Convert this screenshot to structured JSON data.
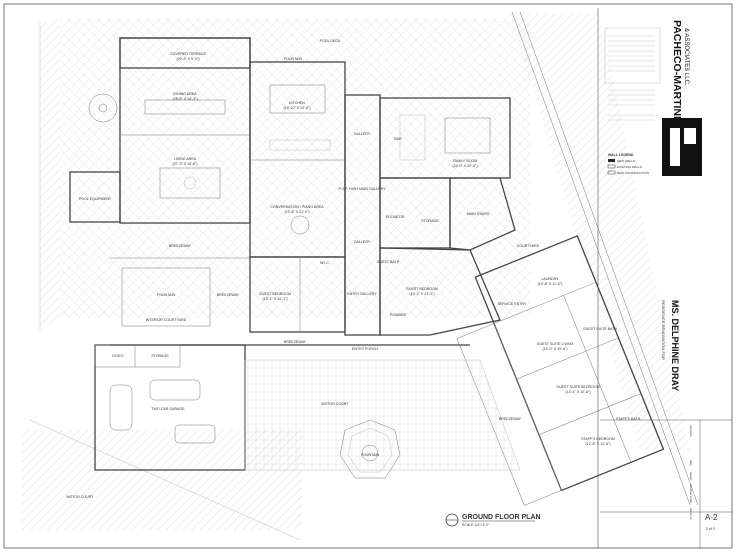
{
  "title_block": {
    "firm_name": "PACHECO-MARTINEZ",
    "firm_sub": "& ASSOCIATES LLC.",
    "project_prefix": "RESIDENCE RENOVATION FOR",
    "project_name": "MS. DELPHINE DRAY",
    "sheet_no": "A-2",
    "sheet_of": "2 of 3"
  },
  "drawing": {
    "title": "GROUND FLOOR PLAN",
    "scale": "SCALE 1/4\"=1'-0\""
  },
  "rooms": {
    "pool_deck": "POOL DECK",
    "covered_terrace": "COVERED TERRACE",
    "covered_terrace_dim": "(29'-6\" X 9'-0\")",
    "fountain_top": "FOUNTAIN",
    "dining": "DINING AREA",
    "dining_dim": "(28'-6\" X 14'-3\")",
    "kitchen": "KITCHEN",
    "kitchen_dim": "(19'-10\" X 20'-0\")",
    "living": "LIVING AREA",
    "living_dim": "(27'-3\" X 16'-6\")",
    "pool_equipment": "POOL EQUIPMENT",
    "conversation": "CONVERSATION / PIANO AREA",
    "conversation_dim": "(19'-8\" X 21'-0\")",
    "gallery": "GALLERY",
    "bar": "BAR",
    "family_room": "FAMILY ROOM",
    "family_room_dim": "(24'-0\" X 22'-0\")",
    "hbf_main_gallery": "P.O.F. HIGH MAIN GALLERY",
    "elevator": "ELEVATOR",
    "storage": "STORAGE",
    "main_stairs": "MAIN STAIRS",
    "breezeway": "BREEZEWAY",
    "wic": "W.I.C.",
    "guest_bath": "GUEST BATH",
    "guest_bedroom": "GUEST BEDROOM",
    "guest_bedroom_dim": "(13'-1\" X 14'-1\")",
    "guest_bedroom2": "GUEST BEDROOM",
    "guest_bedroom2_dim": "(13'-2\" X 13'-2\")",
    "entry_gallery": "ENTRY GALLERY",
    "powder": "POWDER",
    "fountain_mid": "FOUNTAIN",
    "interior_courtyard": "INTERIOR COURTYARD",
    "entry_porch": "ENTRY PORCH",
    "dogs": "DOG'S",
    "storage_garage": "STORAGE",
    "two_car_garage": "TWO CAR GARAGE",
    "motor_court": "MOTOR COURT",
    "motor_court_bl": "MOTOR COURT",
    "fountain_court": "FOUNTAIN",
    "courtyard": "COURTYARD",
    "laundry": "LAUNDRY",
    "laundry_dim": "(10'-8\" X 11'-0\")",
    "service_entry": "SERVICE ENTRY",
    "guest_suite_living": "GUEST SUITE LIVING",
    "guest_suite_living_dim": "(14'-0\" X 15'-6\")",
    "guest_suite_bedroom": "GUEST SUITE BEDROOM",
    "guest_suite_bedroom_dim": "(13'-4\" X 14'-6\")",
    "staff_bedroom": "STAFF'S BEDROOM",
    "staff_bedroom_dim": "(12'-8\" X 12'-6\")",
    "staff_bath": "STAFF'S BATH",
    "guest_suite_bath": "GUEST SUITE BATH"
  },
  "legend": {
    "title": "WALL LEGEND",
    "items": [
      "NEW WALLS",
      "EXISTING WALLS",
      "NEW CONSTRUCTION"
    ]
  },
  "sheet_info": {
    "labels": [
      "revisions",
      "date",
      "drawn",
      "checked",
      "scale",
      "sheet no."
    ]
  }
}
